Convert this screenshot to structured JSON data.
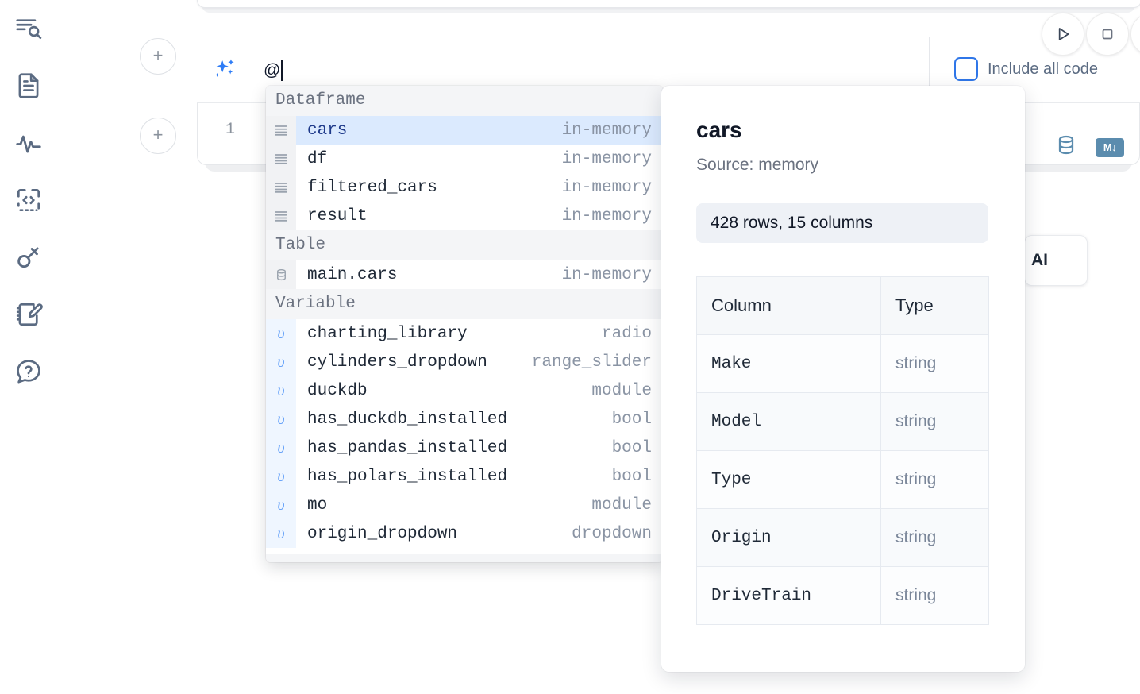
{
  "rail": {
    "items": [
      {
        "name": "outline-search-icon",
        "label": "Outline"
      },
      {
        "name": "document-icon",
        "label": "Notebook"
      },
      {
        "name": "activity-icon",
        "label": "Variables"
      },
      {
        "name": "code-snippet-icon",
        "label": "Snippets"
      },
      {
        "name": "key-icon",
        "label": "Secrets"
      },
      {
        "name": "scratchpad-icon",
        "label": "Scratchpad"
      },
      {
        "name": "help-chat-icon",
        "label": "Help"
      }
    ]
  },
  "toolbar": {
    "run_label": "Run",
    "stop_label": "Stop",
    "add_cell_label": "+"
  },
  "ai_prompt": {
    "icon": "sparkles-icon",
    "value": "@",
    "include_all_code_label": "Include all code",
    "include_all_code_checked": false
  },
  "cell": {
    "line_number": "1",
    "icons": [
      "database-icon",
      "markdown-icon"
    ],
    "markdown_badge": "M↓"
  },
  "floating_button": {
    "label": "AI"
  },
  "autocomplete": {
    "groups": [
      {
        "label": "Dataframe",
        "items": [
          {
            "icon": "dataframe-icon",
            "name": "cars",
            "kind": "in-memory",
            "selected": true,
            "type": "dataframe"
          },
          {
            "icon": "dataframe-icon",
            "name": "df",
            "kind": "in-memory",
            "selected": false,
            "type": "dataframe"
          },
          {
            "icon": "dataframe-icon",
            "name": "filtered_cars",
            "kind": "in-memory",
            "selected": false,
            "type": "dataframe"
          },
          {
            "icon": "dataframe-icon",
            "name": "result",
            "kind": "in-memory",
            "selected": false,
            "type": "dataframe"
          }
        ]
      },
      {
        "label": "Table",
        "items": [
          {
            "icon": "table-icon",
            "name": "main.cars",
            "kind": "in-memory",
            "selected": false,
            "type": "table"
          }
        ]
      },
      {
        "label": "Variable",
        "items": [
          {
            "icon": "variable-icon",
            "name": "charting_library",
            "kind": "radio",
            "selected": false,
            "type": "variable"
          },
          {
            "icon": "variable-icon",
            "name": "cylinders_dropdown",
            "kind": "range_slider",
            "selected": false,
            "type": "variable"
          },
          {
            "icon": "variable-icon",
            "name": "duckdb",
            "kind": "module",
            "selected": false,
            "type": "variable"
          },
          {
            "icon": "variable-icon",
            "name": "has_duckdb_installed",
            "kind": "bool",
            "selected": false,
            "type": "variable"
          },
          {
            "icon": "variable-icon",
            "name": "has_pandas_installed",
            "kind": "bool",
            "selected": false,
            "type": "variable"
          },
          {
            "icon": "variable-icon",
            "name": "has_polars_installed",
            "kind": "bool",
            "selected": false,
            "type": "variable"
          },
          {
            "icon": "variable-icon",
            "name": "mo",
            "kind": "module",
            "selected": false,
            "type": "variable"
          },
          {
            "icon": "variable-icon",
            "name": "origin_dropdown",
            "kind": "dropdown",
            "selected": false,
            "type": "variable"
          }
        ]
      }
    ]
  },
  "info_panel": {
    "title": "cars",
    "source": "Source: memory",
    "stats": "428 rows, 15 columns",
    "columns_header": "Column",
    "type_header": "Type",
    "rows": [
      {
        "column": "Make",
        "type": "string"
      },
      {
        "column": "Model",
        "type": "string"
      },
      {
        "column": "Type",
        "type": "string"
      },
      {
        "column": "Origin",
        "type": "string"
      },
      {
        "column": "DriveTrain",
        "type": "string"
      }
    ]
  },
  "colors": {
    "accent": "#2f76e8",
    "selected_row": "#dbeafe",
    "variable_gutter": "#eff6ff",
    "group_header_bg": "#f4f5f7",
    "muted_text": "#8a94a4",
    "icon_blue": "#5b8cae"
  }
}
